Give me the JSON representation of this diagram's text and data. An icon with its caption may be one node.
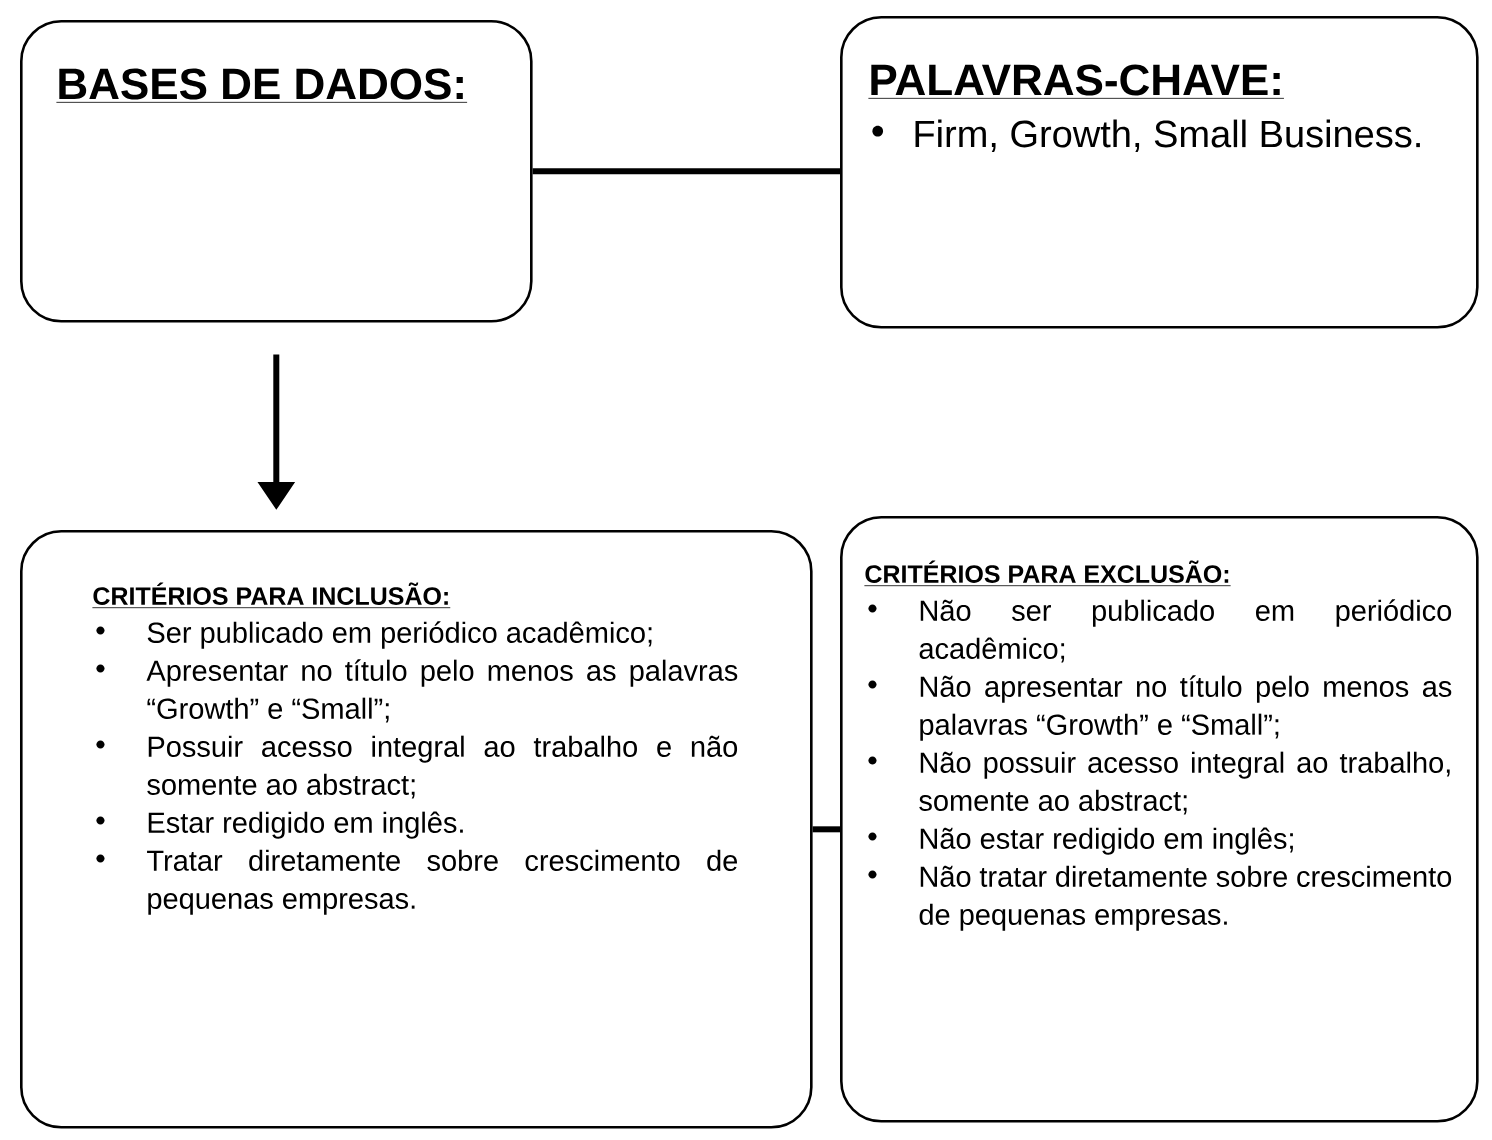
{
  "diagram": {
    "nodes": [
      {
        "text": [
          "BASES DE DADOS:"
        ]
      },
      {
        "text": [
          "PALAVRAS-CHAVE:",
          "Firm, Growth, Small Business."
        ]
      },
      {
        "text": [
          "CRITÉRIOS PARA INCLUSÃO:",
          "Ser publicado em periódico acadêmico;",
          "Apresentar no título pelo menos as palavras “Growth” e “Small”;",
          "Possuir acesso integral ao trabalho e não somente ao abstract;",
          "Estar redigido em inglês.",
          "Tratar diretamente sobre crescimento de pequenas empresas."
        ]
      },
      {
        "text": [
          "CRITÉRIOS PARA EXCLUSÃO:",
          "Não ser publicado em periódico acadêmico;",
          "Não apresentar no título pelo menos as palavras “Growth” e “Small”;",
          "Não possuir acesso integral ao trabalho, somente ao abstract;",
          "Não estar redigido em inglês;",
          "Não tratar diretamente sobre crescimento de pequenas empresas."
        ]
      }
    ],
    "edges": [
      {
        "from": 0,
        "to": 1,
        "arrow": "none"
      },
      {
        "from": 0,
        "to": 2,
        "arrow": "to"
      },
      {
        "from": 2,
        "to": 3,
        "arrow": "none"
      }
    ]
  }
}
